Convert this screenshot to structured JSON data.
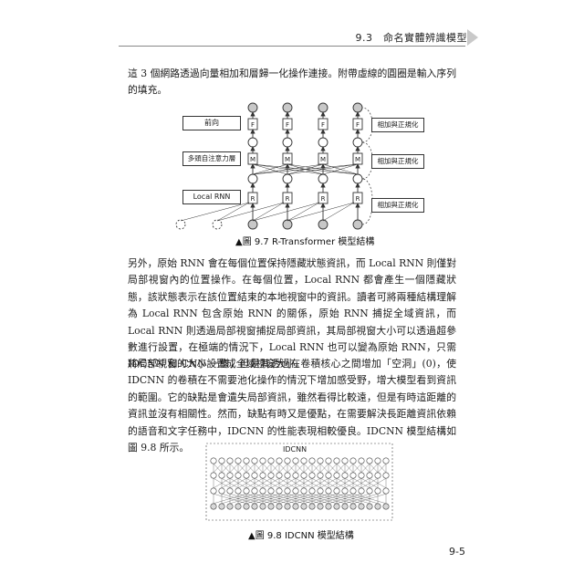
{
  "header": {
    "section": "9.3　命名實體辨識模型"
  },
  "paragraphs": {
    "p1": "這 3 個網路透過向量相加和層歸一化操作連接。附帶虛線的圓圈是輸入序列的填充。",
    "p2": "另外，原始 RNN 會在每個位置保持隱藏狀態資訊，而 Local RNN 則僅對局部視窗內的位置操作。在每個位置，Local RNN 都會產生一個隱藏狀態，該狀態表示在該位置結束的本地視窗中的資訊。讀者可將兩種結構理解為 Local RNN 包含原始 RNN 的關係，原始 RNN 捕捉全域資訊，而 Local RNN 則透過局部視窗捕捉局部資訊，其局部視窗大小可以透過超參數進行設置，在極端的情況下，Local RNN 也可以變為原始 RNN，只需將局部視窗的大小設置成全域視窗大小。",
    "p3": "IDCNN 和 CNN 一樣，但是其透過在卷積核心之間增加「空洞」(0)，使 IDCNN 的卷積在不需要池化操作的情況下增加感受野，增大模型看到資訊的範圍。它的缺點是會遺失局部資訊，雖然看得比較遠，但是有時這距離的資訊並沒有相關性。然而，缺點有時又是優點，在需要解決長距離資訊依賴的語音和文字任務中，IDCNN 的性能表現相較優良。IDCNN 模型結構如圖 9.8 所示。"
  },
  "figure97": {
    "caption": "▲圖 9.7  R-Transformer 模型結構",
    "left_labels": {
      "forward": "前向",
      "attention": "多頭自注意力層",
      "local_rnn": "Local RNN"
    },
    "right_labels": [
      "相加與正規化",
      "相加與正規化",
      "相加與正規化"
    ],
    "node_letters": {
      "f": "F",
      "m": "M",
      "r": "R"
    }
  },
  "figure98": {
    "caption": "▲圖 9.8  IDCNN 模型結構",
    "title": "IDCNN"
  },
  "page_number": "9-5"
}
